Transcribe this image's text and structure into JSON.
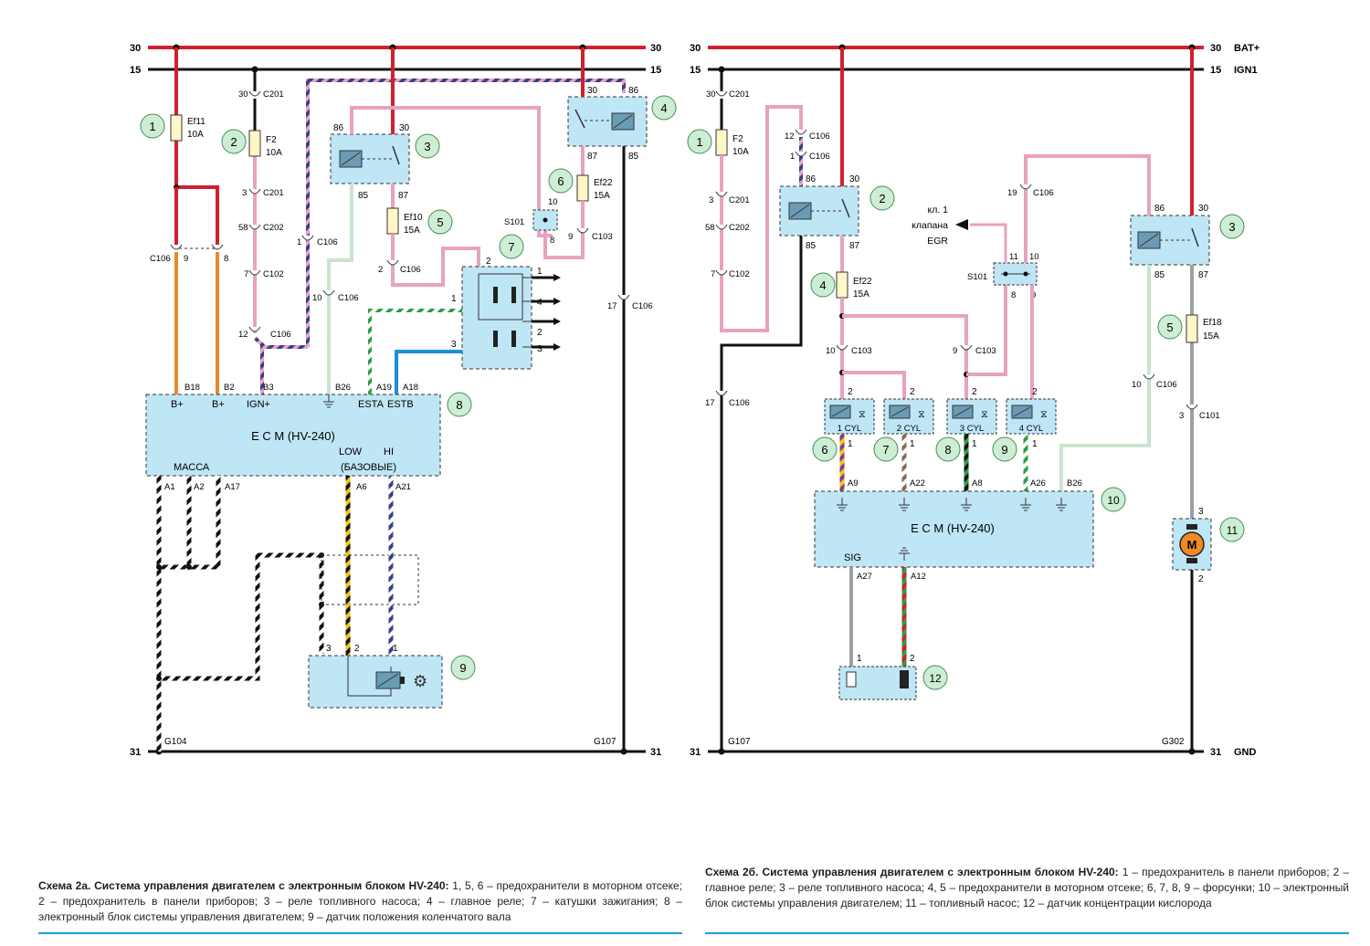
{
  "colors": {
    "bus_30": "#d0202e",
    "bus_15": "#111111",
    "block_fill": "#bfe6f5",
    "callout_fill": "#cdeed4",
    "pink": "#e8a2c0",
    "orange": "#e58a2b",
    "green_wire": "#2e9e46",
    "blue_wire": "#1c8fd6",
    "navy": "#3a3f8c",
    "grey_wire": "#9aa0a4",
    "motor": "#ee8a26",
    "rule": "#1e9fd8"
  },
  "left_scheme": {
    "bus_labels": {
      "b30_left": "30",
      "b30_right": "30",
      "b15_left": "15",
      "b15_right": "15",
      "b31_left": "31",
      "b31_right": "31"
    },
    "grounds": {
      "g104": "G104",
      "g107": "G107"
    },
    "callouts": [
      "1",
      "2",
      "3",
      "4",
      "5",
      "6",
      "7",
      "8",
      "9"
    ],
    "fuse_ef11": {
      "name": "Ef11",
      "rating": "10A"
    },
    "fuse_f2": {
      "name": "F2",
      "rating": "10A"
    },
    "fuse_ef10": {
      "name": "Ef10",
      "rating": "15A"
    },
    "fuse_ef22": {
      "name": "Ef22",
      "rating": "15A"
    },
    "connectors": {
      "c106_top": "C106",
      "pin9": "9",
      "pin8": "8",
      "c201_a": "C201",
      "c201_a_pin": "30",
      "c201_b": "C201",
      "c201_b_pin": "3",
      "c202": "C202",
      "c202_pin": "58",
      "c102": "C102",
      "c102_pin": "7",
      "c106_12": "C106",
      "c106_12_pin": "12",
      "c106_1": "C106",
      "c106_1_pin": "1",
      "c106_10": "C106",
      "c106_10_pin": "10",
      "c106_2": "C106",
      "c106_2_pin": "2",
      "c103": "C103",
      "c103_pin": "9",
      "c106_17": "C106",
      "c106_17_pin": "17",
      "s101": "S101",
      "s101_pin_a": "10",
      "s101_pin_b": "8"
    },
    "relay3_pins": {
      "p86": "86",
      "p30": "30",
      "p85": "85",
      "p87": "87"
    },
    "relay4_pins": {
      "p30": "30",
      "p86": "86",
      "p87": "87",
      "p85": "85"
    },
    "coil_pins": {
      "p2": "2",
      "p1": "1",
      "p3": "3",
      "o1": "1",
      "o4": "4",
      "o2": "2",
      "o3": "3"
    },
    "ecm": {
      "title": "E C M (HV-240)",
      "terminals": [
        "B18",
        "B2",
        "B3",
        "B26",
        "A19",
        "A18"
      ],
      "pins_top": [
        "B+",
        "B+",
        "IGN+",
        "ESTA",
        "ESTB"
      ],
      "massa": "МАССА",
      "low": "LOW",
      "hi": "HI",
      "bazovye": "(БАЗОВЫЕ)",
      "bottom_terminals": [
        "A1",
        "A2",
        "A17",
        "A6",
        "A21"
      ]
    },
    "sensor_pins": [
      "3",
      "2",
      "1"
    ]
  },
  "right_scheme": {
    "bus_labels": {
      "b30_left": "30",
      "b30_right": "30",
      "b30_name": "BAT+",
      "b15_left": "15",
      "b15_right": "15",
      "b15_name": "IGN1",
      "b31_left": "31",
      "b31_right": "31",
      "b31_name": "GND"
    },
    "grounds": {
      "g107": "G107",
      "g302": "G302"
    },
    "callouts": [
      "1",
      "2",
      "3",
      "4",
      "5",
      "6",
      "7",
      "8",
      "9",
      "10",
      "11",
      "12"
    ],
    "fuse_f2": {
      "name": "F2",
      "rating": "10A"
    },
    "fuse_ef22": {
      "name": "Ef22",
      "rating": "15A"
    },
    "fuse_ef18": {
      "name": "Ef18",
      "rating": "15A"
    },
    "connectors": {
      "c201_a": "C201",
      "c201_a_pin": "30",
      "c201_b": "C201",
      "c201_b_pin": "3",
      "c202": "C202",
      "c202_pin": "58",
      "c102": "C102",
      "c102_pin": "7",
      "c106_12": "C106",
      "c106_12_pin": "12",
      "c106_1": "C106",
      "c106_1_pin": "1",
      "c106_19": "C106",
      "c106_19_pin": "19",
      "c103_10": "C103",
      "c103_10_pin": "10",
      "c103_9": "C103",
      "c103_9_pin": "9",
      "c106_17": "C106",
      "c106_17_pin": "17",
      "c106_10": "C106",
      "c106_10_pin": "10",
      "c101": "C101",
      "c101_pin": "3",
      "s101": "S101",
      "s101_pins": [
        "11",
        "10",
        "8",
        "9"
      ]
    },
    "egr_label": [
      "кл. 1",
      "клапана",
      "EGR"
    ],
    "relay2_pins": {
      "p86": "86",
      "p30": "30",
      "p85": "85",
      "p87": "87"
    },
    "relay3_pins": {
      "p86": "86",
      "p30": "30",
      "p85": "85",
      "p87": "87"
    },
    "injectors": [
      {
        "label": "1 CYL",
        "pin_top": "2",
        "pin_bot": "1",
        "term": "A9"
      },
      {
        "label": "2 CYL",
        "pin_top": "2",
        "pin_bot": "1",
        "term": "A22"
      },
      {
        "label": "3 CYL",
        "pin_top": "2",
        "pin_bot": "1",
        "term": "A8"
      },
      {
        "label": "4 CYL",
        "pin_top": "2",
        "pin_bot": "1",
        "term": "A26"
      }
    ],
    "ecm": {
      "title": "E C M (HV-240)",
      "b26": "B26",
      "sig": "SIG",
      "a27": "A27",
      "a12": "A12"
    },
    "motor": {
      "symbol": "M",
      "pin_top": "3",
      "pin_bot": "2"
    },
    "o2_pins": [
      "1",
      "2"
    ]
  },
  "captions": {
    "left_title": "Схема 2а. Система управления двигателем с электронным блоком HV-240:",
    "left_body": "1, 5, 6 – предохранители в моторном отсеке; 2 – предохранитель в панели приборов; 3 – реле топливного насоса; 4 – главное реле; 7 – катушки зажигания; 8 – электронный блок системы управления двигателем; 9 – датчик положения коленчатого вала",
    "right_title": "Схема 2б. Система управления двигателем с электронным блоком HV-240:",
    "right_body": "1 – предохранитель в панели приборов; 2 – главное реле; 3 – реле топливного насоса; 4, 5 – предохранители в моторном отсеке; 6, 7, 8, 9 – форсунки; 10 – электронный блок системы управления двигателем; 11 – топливный насос; 12 – датчик концентрации кислорода"
  }
}
